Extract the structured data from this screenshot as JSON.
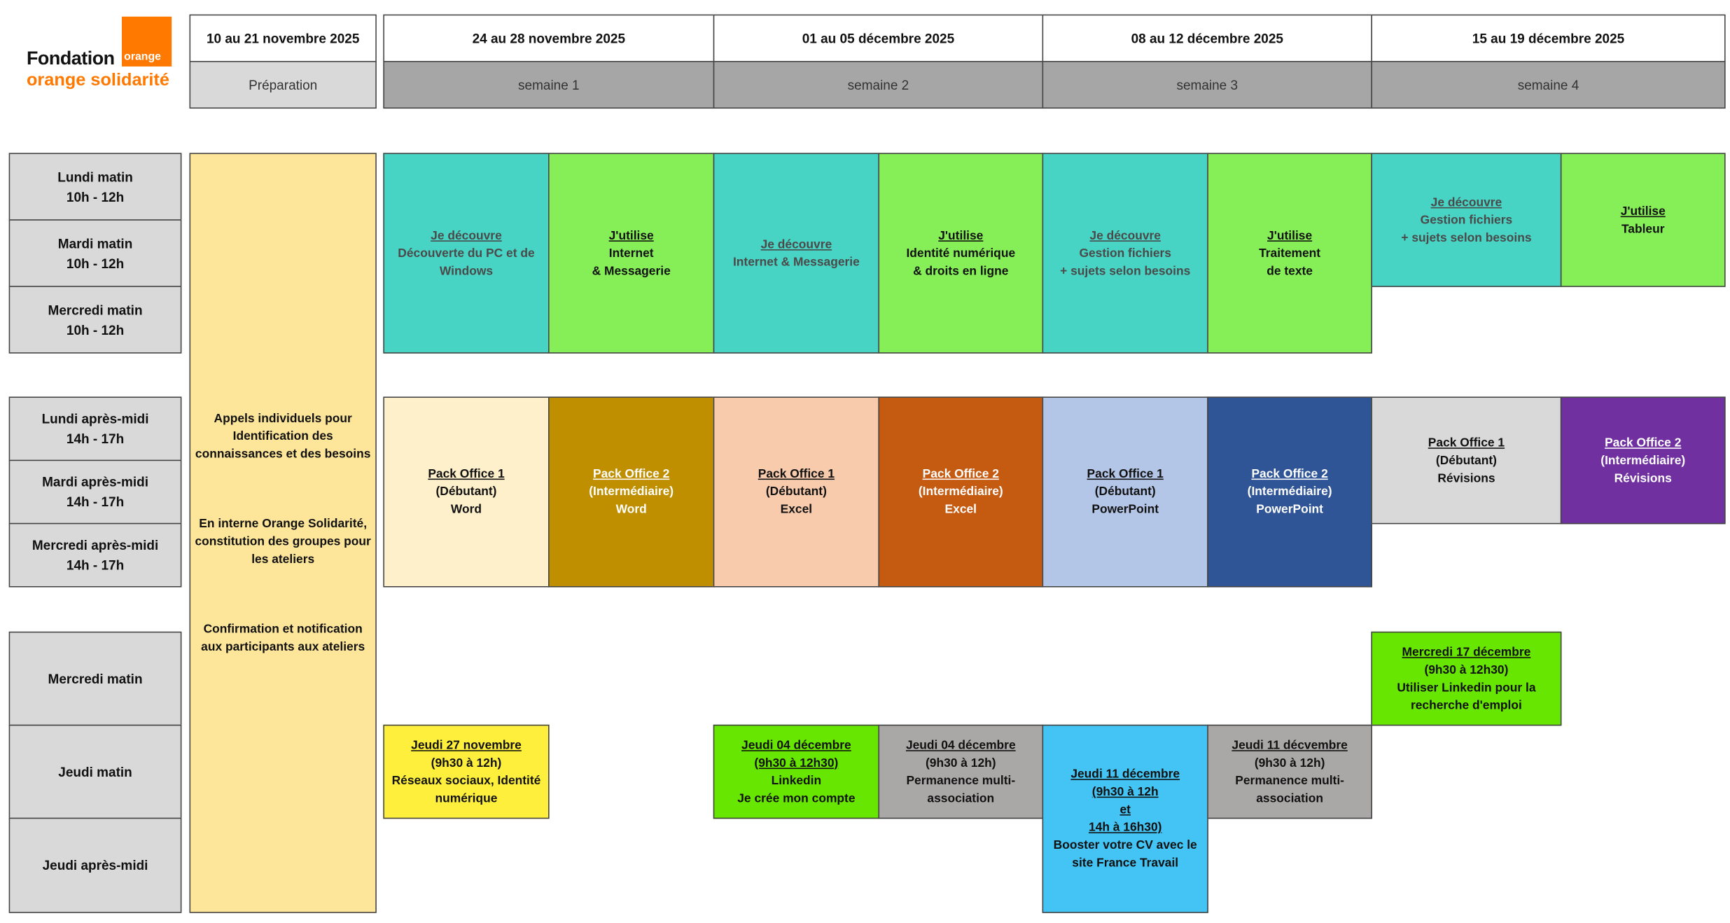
{
  "logo": {
    "line1": "Fondation",
    "brand": "orange",
    "line2": "orange solidarité",
    "brand_color": "#ff7900"
  },
  "header": {
    "prep_dates": "10 au 21 novembre 2025",
    "prep_label": "Préparation",
    "weeks": [
      {
        "dates": "24 au 28 novembre 2025",
        "label": "semaine 1"
      },
      {
        "dates": "01 au 05 décembre 2025",
        "label": "semaine 2"
      },
      {
        "dates": "08 au 12 décembre 2025",
        "label": "semaine 3"
      },
      {
        "dates": "15 au 19 décembre 2025",
        "label": "semaine 4"
      }
    ]
  },
  "rows": {
    "lundi_matin": {
      "day": "Lundi matin",
      "time": "10h - 12h"
    },
    "mardi_matin": {
      "day": "Mardi matin",
      "time": "10h - 12h"
    },
    "mercredi_matin": {
      "day": "Mercredi matin",
      "time": "10h - 12h"
    },
    "lundi_am": {
      "day": "Lundi après-midi",
      "time": "14h - 17h"
    },
    "mardi_am": {
      "day": "Mardi après-midi",
      "time": "14h - 17h"
    },
    "mercredi_am": {
      "day": "Mercredi après-midi",
      "time": "14h - 17h"
    },
    "mercredi_matin2": {
      "day": "Mercredi matin"
    },
    "jeudi_matin": {
      "day": "Jeudi matin"
    },
    "jeudi_am": {
      "day": "Jeudi après-midi"
    }
  },
  "preparation": {
    "block1": "Appels individuels pour Identification  des connaissances et des besoins",
    "block2": "En interne  Orange Solidarité, constitution des  groupes pour les ateliers",
    "block3": "Confirmation et notification aux participants aux  ateliers"
  },
  "morning": [
    {
      "title": "Je découvre",
      "l1": "Découverte du PC et de",
      "l2": "Windows",
      "color": "#48d4c4"
    },
    {
      "title": "J'utilise",
      "l1": "Internet",
      "l2": "& Messagerie",
      "color": "#86ef58"
    },
    {
      "title": "Je découvre",
      "l1": "Internet & Messagerie",
      "l2": "",
      "color": "#48d4c4"
    },
    {
      "title": "J'utilise",
      "l1": "Identité numérique",
      "l2": "& droits en ligne",
      "color": "#86ef58"
    },
    {
      "title": "Je découvre",
      "l1": "Gestion fichiers",
      "l2": "+ sujets selon besoins",
      "color": "#48d4c4"
    },
    {
      "title": "J'utilise",
      "l1": "Traitement",
      "l2": "de texte",
      "color": "#86ef58"
    },
    {
      "title": "Je découvre",
      "l1": "Gestion fichiers",
      "l2": "+ sujets selon besoins",
      "color": "#48d4c4"
    },
    {
      "title": "J'utilise",
      "l1": "Tableur",
      "l2": "",
      "color": "#86ef58"
    }
  ],
  "afternoon": [
    {
      "title": "Pack Office 1",
      "l1": "(Débutant)",
      "l2": "Word",
      "color": "#fff0cc"
    },
    {
      "title": "Pack Office 2",
      "l1": "(Intermédiaire)",
      "l2": "Word",
      "color": "#bf8f00"
    },
    {
      "title": "Pack Office 1",
      "l1": "(Débutant)",
      "l2": "Excel",
      "color": "#f8cbad"
    },
    {
      "title": "Pack Office 2",
      "l1": "(Intermédiaire)",
      "l2": "Excel",
      "color": "#c55a11"
    },
    {
      "title": "Pack Office 1",
      "l1": "(Débutant)",
      "l2": "PowerPoint",
      "color": "#b4c6e7"
    },
    {
      "title": "Pack Office 2",
      "l1": "(Intermédiaire)",
      "l2": "PowerPoint",
      "color": "#2f5597"
    },
    {
      "title": "Pack Office 1",
      "l1": "(Débutant)",
      "l2": "Révisions",
      "color": "#d9d9d9"
    },
    {
      "title": "Pack Office 2",
      "l1": "(Intermédiaire)",
      "l2": "Révisions",
      "color": "#7030a0"
    }
  ],
  "events": {
    "mer17": {
      "title": "Mercredi 17 décembre",
      "l1": "(9h30 à 12h30)",
      "l2": "Utiliser Linkedin pour la",
      "l3": "recherche d'emploi",
      "color": "#66e600"
    },
    "jeu27": {
      "title": "Jeudi 27 novembre",
      "l1": "(9h30 à 12h)",
      "l2": "Réseaux sociaux, Identité",
      "l3": "numérique",
      "color": "#ffef3d"
    },
    "jeu04a": {
      "title": "Jeudi 04 décembre",
      "l1": "(9h30 à 12h30)",
      "l2": "Linkedin",
      "l3": "Je crée mon compte",
      "color": "#66e600"
    },
    "jeu04b": {
      "title": "Jeudi 04 décembre",
      "l1": "(9h30 à 12h)",
      "l2": "Permanence multi-",
      "l3": "association",
      "color": "#aaa7a7"
    },
    "jeu11a": {
      "title": "Jeudi 11 décembre",
      "l1": "(9h30 à 12h",
      "l2": "et",
      "l3": "14h à 16h30)",
      "l4": "Booster votre CV avec le",
      "l5": "site France Travail",
      "color": "#44c4f4"
    },
    "jeu11b": {
      "title": "Jeudi 11 décvembre",
      "l1": "(9h30 à 12h)",
      "l2": "Permanence multi-",
      "l3": "association",
      "color": "#aaa7a7"
    }
  }
}
